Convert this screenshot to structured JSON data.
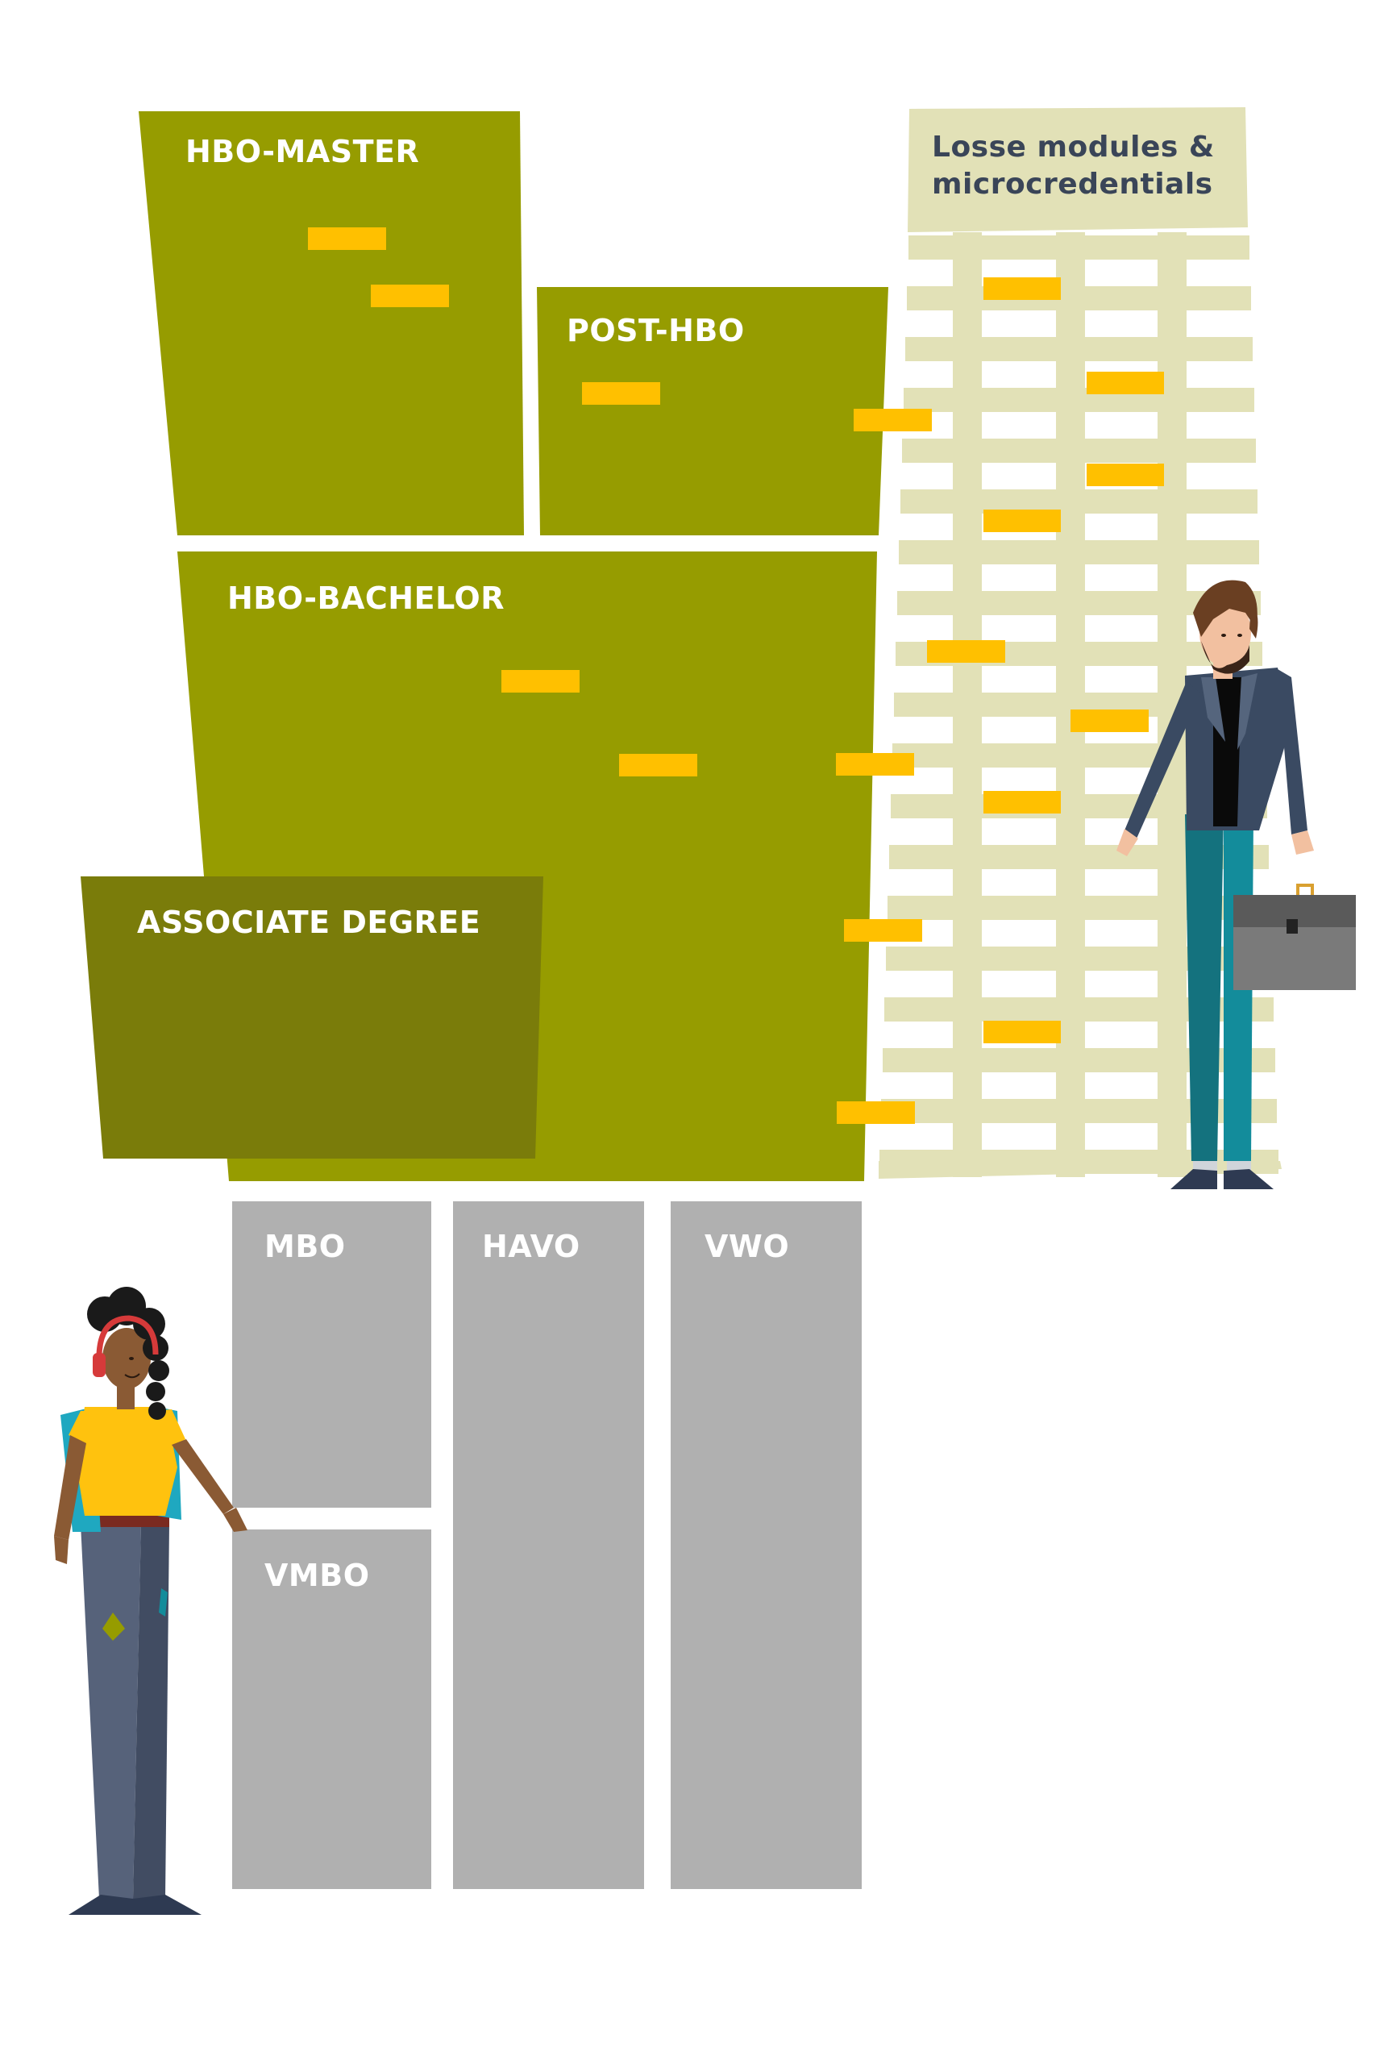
{
  "colors": {
    "hbo_green": "#969c00",
    "associate_green": "#7a7c0a",
    "module_beige": "#e2e1b7",
    "school_gray": "#b0b0b0",
    "credit_yellow": "#ffc000",
    "text_white": "#ffffff",
    "text_dark": "#3a4558"
  },
  "blocks": {
    "hbo_master": "HBO-MASTER",
    "post_hbo": "POST-HBO",
    "hbo_bachelor": "HBO-BACHELOR",
    "associate_degree": "ASSOCIATE DEGREE",
    "losse_modules_line1": "Losse modules &",
    "losse_modules_line2": "microcredentials",
    "mbo": "MBO",
    "havo": "HAVO",
    "vwo": "VWO",
    "vmbo": "VMBO"
  },
  "icons": {
    "man": "professional-man-with-briefcase",
    "woman": "student-woman-with-headphones-and-backpack"
  }
}
